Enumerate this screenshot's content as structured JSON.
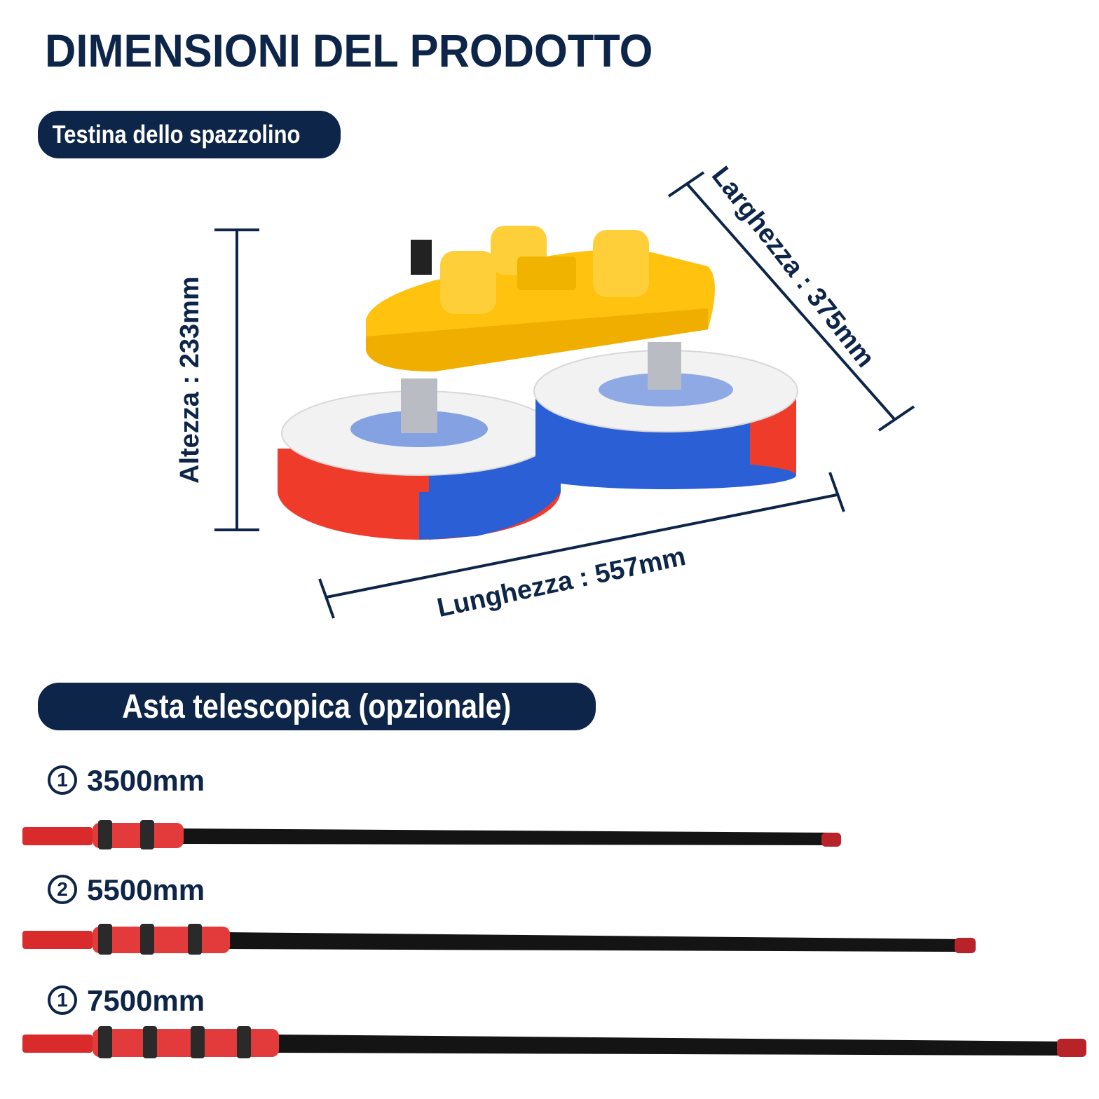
{
  "header": {
    "title": "DIMENSIONI DEL PRODOTTO"
  },
  "brush_head": {
    "section_label": "Testina dello spazzolino",
    "height_label": "Altezza :   233mm",
    "width_label": "Larghezza : 375mm",
    "length_label": "Lunghezza : 557mm"
  },
  "pole": {
    "section_label": "Asta telescopica (opzionale)",
    "options": [
      {
        "marker": "1",
        "length": "3500mm"
      },
      {
        "marker": "2",
        "length": "5500mm"
      },
      {
        "marker": "1",
        "length": "7500mm"
      }
    ]
  },
  "colors": {
    "navy": "#0d2548",
    "brush_yellow": "#ffc20e",
    "bristle_red": "#ef3b2a",
    "bristle_blue": "#2a5fd6",
    "pole_red": "#d92b2b",
    "pole_black": "#141414"
  }
}
